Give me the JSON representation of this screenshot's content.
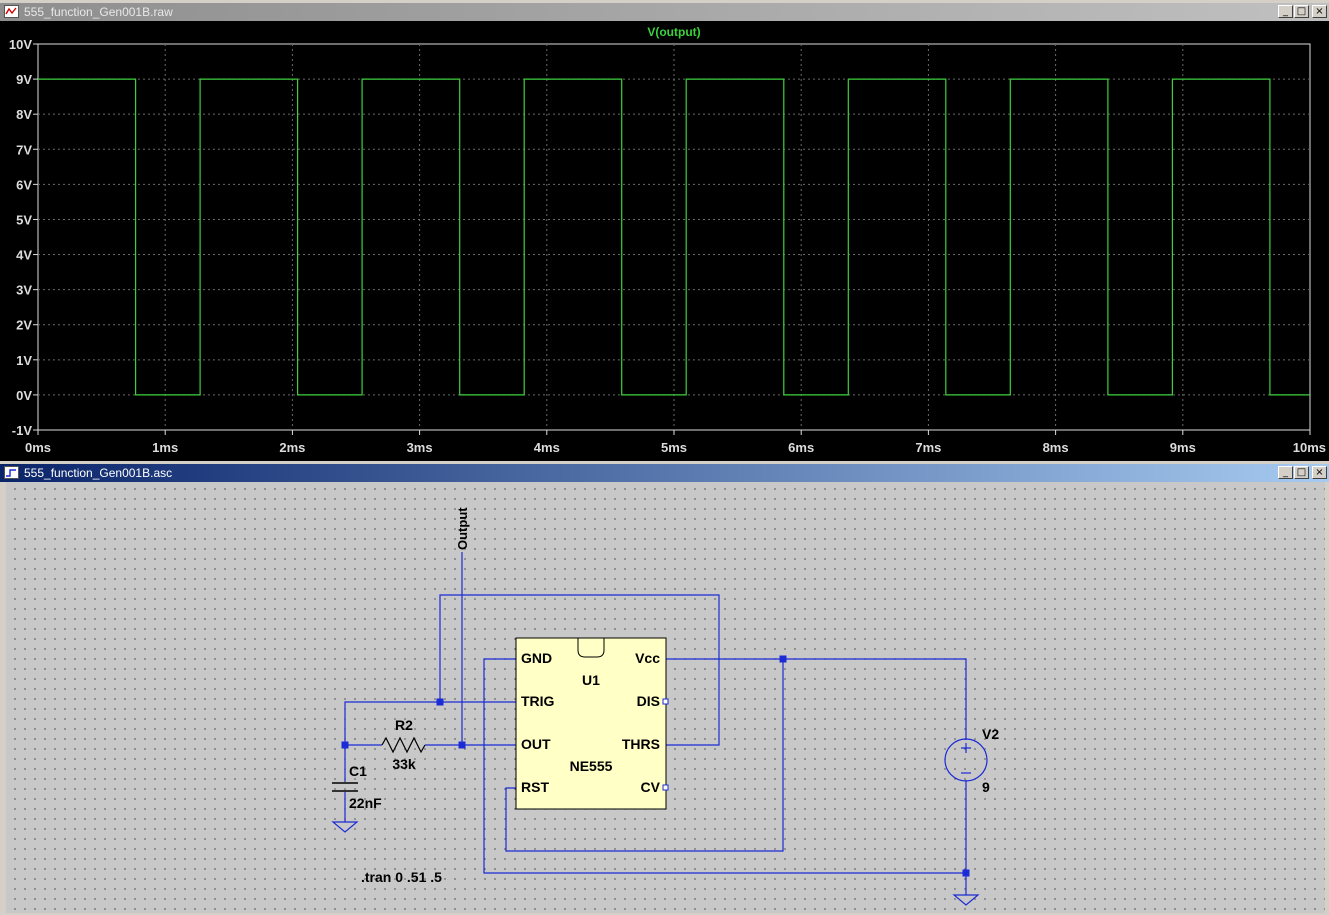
{
  "waveform_window": {
    "title": "555_function_Gen001B.raw",
    "trace_label": "V(output)",
    "colors": {
      "background": "#000000",
      "grid": "#6a6a6a",
      "trace": "#3cd13c",
      "axis_text": "#dcdcdc"
    }
  },
  "schematic_window": {
    "title": "555_function_Gen001B.asc",
    "colors": {
      "wire": "#1b2bd6",
      "component_body": "#ffffc6",
      "junction": "#1b2bd6"
    }
  },
  "window_controls": {
    "minimize": "_",
    "maximize": "□",
    "close": "×"
  },
  "chart_data": {
    "type": "line",
    "series": [
      {
        "name": "V(output)",
        "shape": "square",
        "high": 9,
        "low": 0,
        "start_level": "high",
        "high_duration_ms": 0.767,
        "low_duration_ms": 0.507
      }
    ],
    "xlim": [
      0,
      10
    ],
    "ylim": [
      -1,
      10
    ],
    "x_ticks": [
      "0ms",
      "1ms",
      "2ms",
      "3ms",
      "4ms",
      "5ms",
      "6ms",
      "7ms",
      "8ms",
      "9ms",
      "10ms"
    ],
    "y_ticks": [
      "-1V",
      "0V",
      "1V",
      "2V",
      "3V",
      "4V",
      "5V",
      "6V",
      "7V",
      "8V",
      "9V",
      "10V"
    ],
    "grid": true,
    "xlabel": "",
    "ylabel": ""
  },
  "schematic": {
    "net_label": "Output",
    "u1": {
      "ref": "U1",
      "model": "NE555",
      "pins": {
        "gnd": "GND",
        "vcc": "Vcc",
        "trig": "TRIG",
        "dis": "DIS",
        "out": "OUT",
        "thrs": "THRS",
        "rst": "RST",
        "cv": "CV"
      }
    },
    "r2": {
      "ref": "R2",
      "value": "33k"
    },
    "c1": {
      "ref": "C1",
      "value": "22nF"
    },
    "v2": {
      "ref": "V2",
      "value": "9"
    },
    "directive": ".tran 0 .51 .5"
  }
}
